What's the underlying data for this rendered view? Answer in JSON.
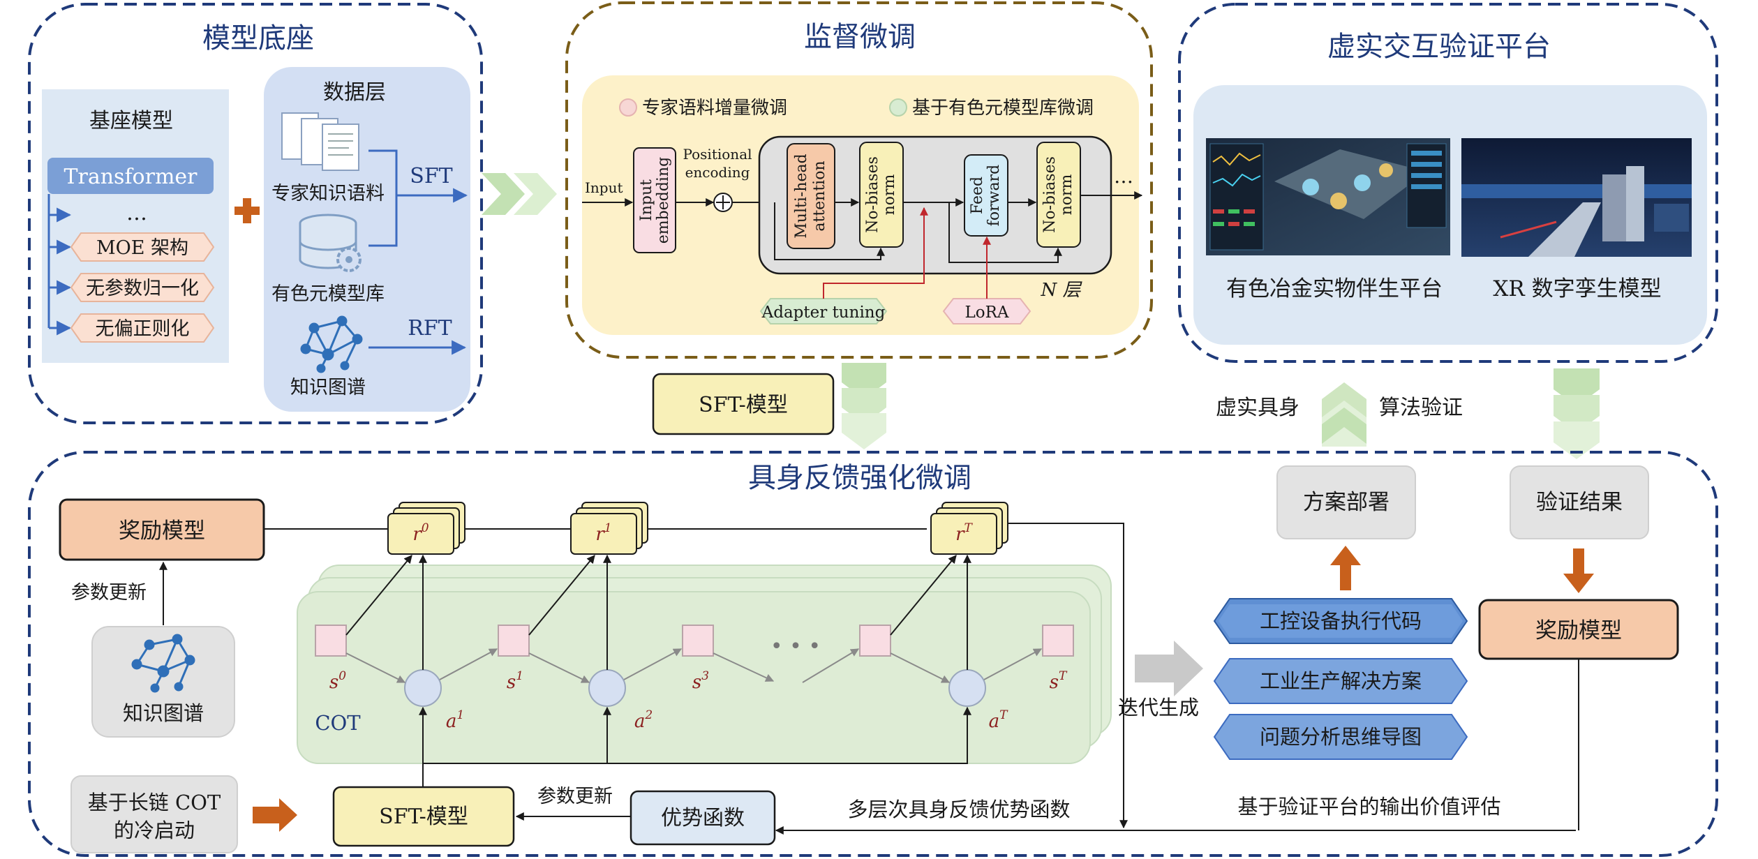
{
  "model_base": {
    "title": "模型底座",
    "base_model": {
      "title": "基座模型",
      "transformer": "Transformer",
      "ellipsis": "…",
      "items": [
        "MOE 架构",
        "无参数归一化",
        "无偏正则化"
      ]
    },
    "data_layer": {
      "title": "数据层",
      "items": [
        "专家知识语料",
        "有色元模型库",
        "知识图谱"
      ],
      "sft": "SFT",
      "rft": "RFT"
    }
  },
  "supervised_ft": {
    "title": "监督微调",
    "legend": [
      "专家语料增量微调",
      "基于有色元模型库微调"
    ],
    "input": "Input",
    "input_embedding": [
      "Input",
      "embedding"
    ],
    "positional_encoding": [
      "Positional",
      "encoding"
    ],
    "mha": [
      "Multi-head",
      "attention"
    ],
    "norm": [
      "No-biases",
      "norm"
    ],
    "ff": [
      "Feed",
      "forward"
    ],
    "ellipsis": "…",
    "adapter": "Adapter tuning",
    "lora": "LoRA",
    "n_layers": "N 层",
    "sft_model": "SFT-模型"
  },
  "vr_platform": {
    "title": "虚实交互验证平台",
    "left_caption": "有色冶金实物伴生平台",
    "right_caption": "XR 数字孪生模型",
    "virtual_real": "虚实具身",
    "algo_verify": "算法验证"
  },
  "rl_section": {
    "title": "具身反馈强化微调",
    "reward_model": "奖励模型",
    "param_update": "参数更新",
    "knowledge_graph": "知识图谱",
    "rewards": [
      "r0",
      "r1",
      "rT"
    ],
    "states": [
      "s0",
      "s1",
      "s3",
      "sT"
    ],
    "actions": [
      "a1",
      "a2",
      "aT"
    ],
    "dots": "• • •",
    "cot": "COT",
    "cold_start": [
      "基于长链 COT",
      "的冷启动"
    ],
    "sft_model": "SFT-模型",
    "param_update_bottom": "参数更新",
    "advantage": "优势函数",
    "multi_level": "多层次具身反馈优势函数",
    "iterative": "迭代生成",
    "outputs": [
      "工控设备执行代码",
      "工业生产解决方案",
      "问题分析思维导图"
    ],
    "deployment": "方案部署",
    "verify_result": "验证结果",
    "reward_model_right": "奖励模型",
    "value_eval": "基于验证平台的输出价值评估"
  },
  "colors": {
    "frame": "#1f3a7a",
    "orange": "#c8601c",
    "green_arrow": "#cfe6c0",
    "yellow": "#f8f0b8",
    "salmon": "#f6c9a9",
    "pink": "#f9dde3",
    "hex_blue": "#6a97d6"
  }
}
